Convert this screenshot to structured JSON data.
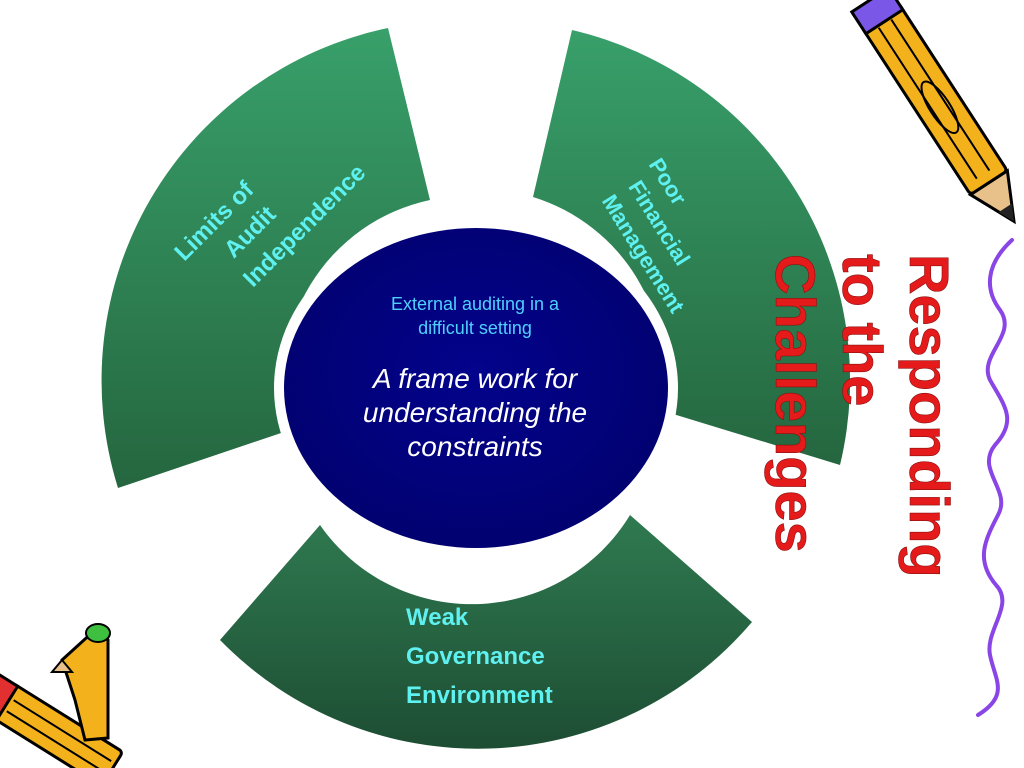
{
  "colors": {
    "segment_light": "#35915f",
    "segment_dark": "#21583a",
    "hub": "#020280",
    "segment_text": "#5ff0f0",
    "title_red": "#e51a1a",
    "squiggle": "#8a45e6"
  },
  "hub": {
    "subtitle_line1": "External auditing  in a",
    "subtitle_line2": "difficult setting",
    "main_line1": "A frame work for",
    "main_line2": "understanding the",
    "main_line3": "constraints"
  },
  "segments": {
    "left": {
      "line1": "Limits of",
      "line2": "Audit",
      "line3": "Independence"
    },
    "right": {
      "line1": "Poor",
      "line2": "Financial",
      "line3": "Management"
    },
    "bottom": {
      "line1": "Weak",
      "line2": "Governance",
      "line3": "Environment"
    }
  },
  "side_title": {
    "line1": "Responding",
    "line2": "to the",
    "line3": "Challenges"
  },
  "icons": [
    "pencil-icon",
    "pencil-icon"
  ]
}
